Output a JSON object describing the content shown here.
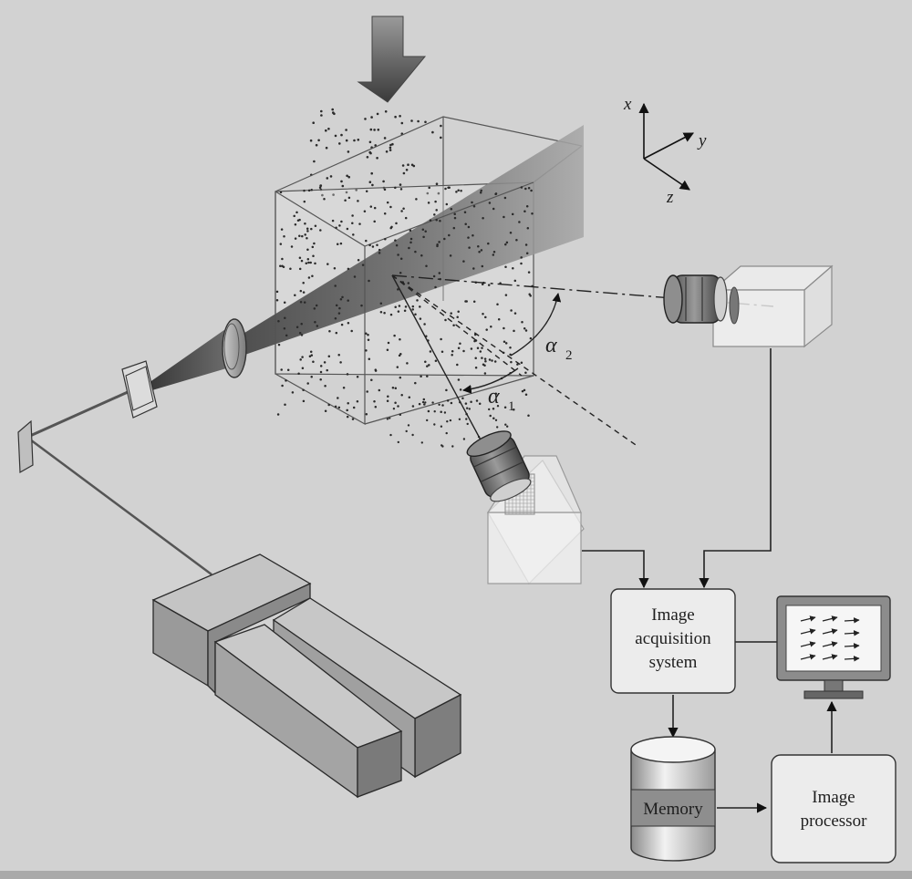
{
  "axes": {
    "x": "x",
    "y": "y",
    "z": "z"
  },
  "angles": {
    "alpha1": "α",
    "alpha1_sub": "1",
    "alpha2": "α",
    "alpha2_sub": "2"
  },
  "blocks": {
    "acquisition": [
      "Image",
      "acquisition",
      "system"
    ],
    "memory": "Memory",
    "processor": [
      "Image",
      "processor"
    ]
  },
  "colors": {
    "background": "#d2d2d2",
    "box_fill": "#ececec",
    "box_stroke": "#3a3a3a",
    "laser_block": "#9a9a9a",
    "arrow": "#555555"
  }
}
